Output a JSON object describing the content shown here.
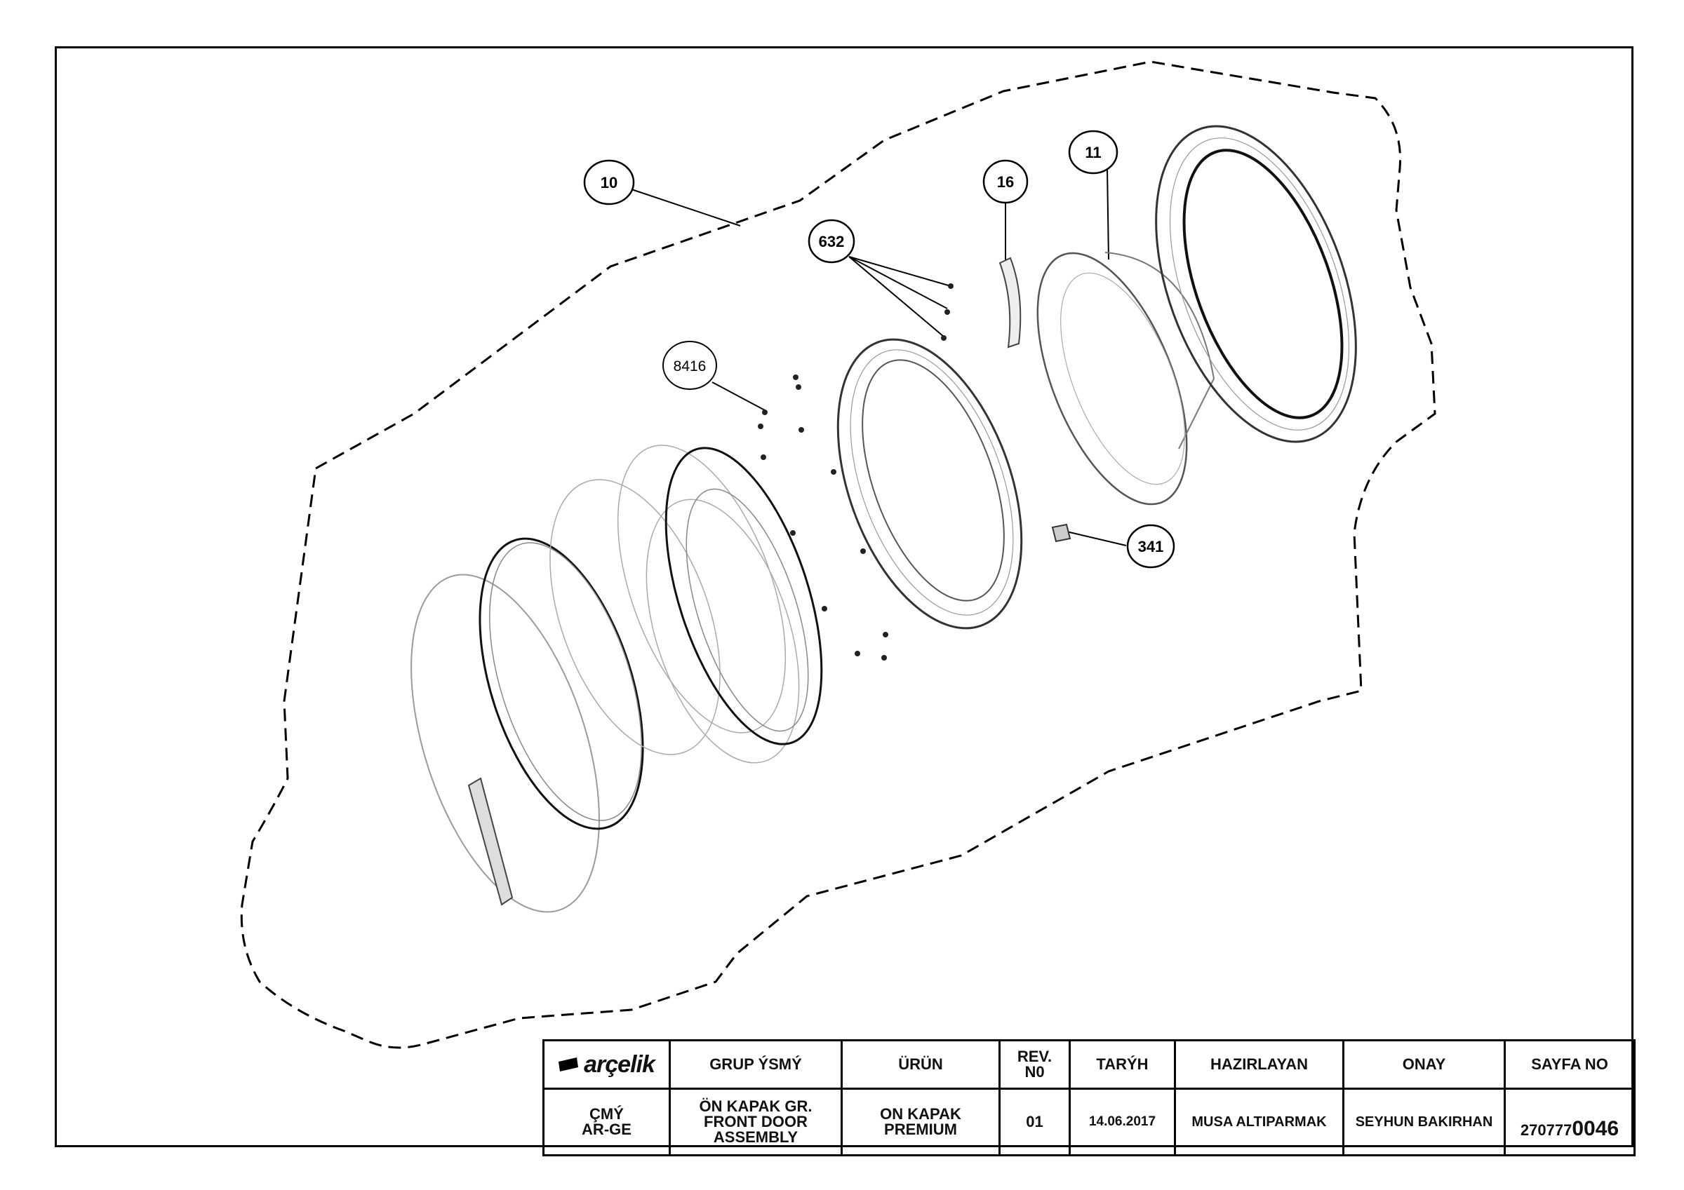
{
  "callouts": [
    {
      "id": "10",
      "label": "10"
    },
    {
      "id": "11",
      "label": "11"
    },
    {
      "id": "16",
      "label": "16"
    },
    {
      "id": "632",
      "label": "632"
    },
    {
      "id": "8416",
      "label": "8416"
    },
    {
      "id": "341",
      "label": "341"
    }
  ],
  "title_block": {
    "logo_text": "arçelik",
    "headers": {
      "group_name": "GRUP ÝSMÝ",
      "product": "ÜRÜN",
      "revision": "REV.\nN0",
      "date": "TARÝH",
      "prepared_by": "HAZIRLAYAN",
      "approval": "ONAY",
      "sheet_no": "SAYFA NO"
    },
    "values": {
      "department": "ÇMÝ\nAR-GE",
      "group_name": "ÖN KAPAK GR.\nFRONT DOOR\nASSEMBLY",
      "product": "ON KAPAK\nPREMIUM",
      "revision": "01",
      "date": "14.06.2017",
      "prepared_by": "MUSA ALTIPARMAK",
      "approval": "SEYHUN BAKIRHAN",
      "sheet_no_prefix": "270777",
      "sheet_no_suffix": "0046"
    }
  },
  "colors": {
    "line": "#000000",
    "part_light": "#9a9a9a",
    "background": "#ffffff"
  }
}
